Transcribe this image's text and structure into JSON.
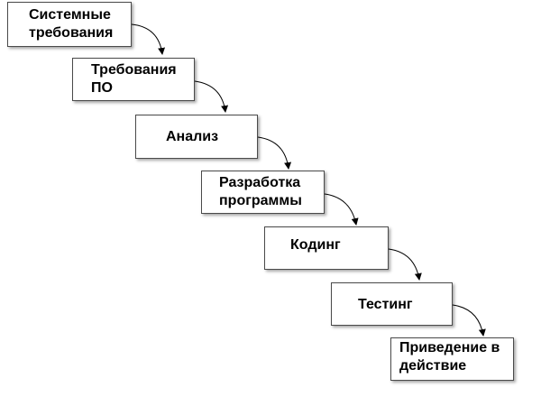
{
  "waterfall": {
    "steps": [
      {
        "label": "Системные\nтребования"
      },
      {
        "label": "Требования\nПО"
      },
      {
        "label": "Анализ"
      },
      {
        "label": "Разработка\nпрограммы"
      },
      {
        "label": "Кодинг"
      },
      {
        "label": "Тестинг"
      },
      {
        "label": "Приведение в\nдействие"
      }
    ],
    "colors": {
      "box_border": "#4a4a4a",
      "arrow": "#000000",
      "text": "#000000"
    }
  }
}
